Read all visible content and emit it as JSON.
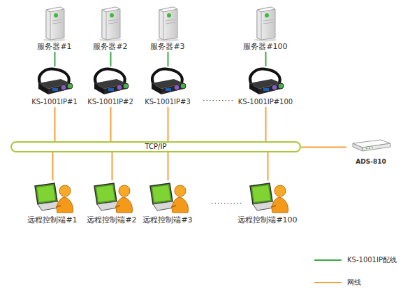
{
  "diagram": {
    "nodes": [
      {
        "text": [
          "服务器#1"
        ]
      },
      {
        "text": [
          "服务器#2"
        ]
      },
      {
        "text": [
          "服务器#3"
        ]
      },
      {
        "text": [
          "服务器#100"
        ]
      },
      {
        "text": [
          "KS-1001IP#1"
        ]
      },
      {
        "text": [
          "KS-1001IP#2"
        ]
      },
      {
        "text": [
          "KS-1001IP#3"
        ]
      },
      {
        "text": [
          "KS-1001IP#100"
        ]
      },
      {
        "text": [
          "TCP/IP"
        ]
      },
      {
        "text": [
          "ADS-810"
        ]
      },
      {
        "text": [
          "远程控制端#1"
        ]
      },
      {
        "text": [
          "远程控制端#2"
        ]
      },
      {
        "text": [
          "远程控制端#3"
        ]
      },
      {
        "text": [
          "远程控制端#100"
        ]
      }
    ],
    "edges": [
      {
        "from": 0,
        "to": 4,
        "arrow": "none"
      },
      {
        "from": 1,
        "to": 5,
        "arrow": "none"
      },
      {
        "from": 2,
        "to": 6,
        "arrow": "none"
      },
      {
        "from": 3,
        "to": 7,
        "arrow": "none"
      },
      {
        "from": 4,
        "to": 8,
        "arrow": "none"
      },
      {
        "from": 5,
        "to": 8,
        "arrow": "none"
      },
      {
        "from": 6,
        "to": 8,
        "arrow": "none"
      },
      {
        "from": 7,
        "to": 8,
        "arrow": "none"
      },
      {
        "from": 8,
        "to": 10,
        "arrow": "none"
      },
      {
        "from": 8,
        "to": 11,
        "arrow": "none"
      },
      {
        "from": 8,
        "to": 12,
        "arrow": "none"
      },
      {
        "from": 8,
        "to": 13,
        "arrow": "none"
      },
      {
        "from": 8,
        "to": 9,
        "arrow": "none"
      }
    ],
    "labels": [
      "··········",
      "··········"
    ],
    "legend": [
      {
        "text": "KS-1001IP配线"
      },
      {
        "text": "网线"
      }
    ]
  }
}
